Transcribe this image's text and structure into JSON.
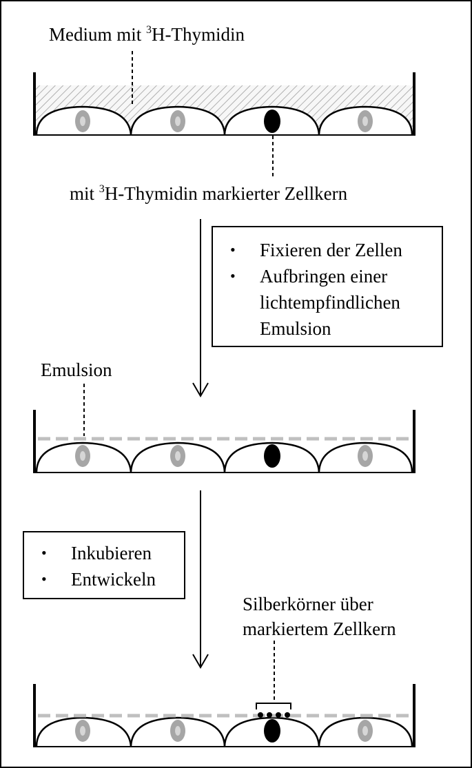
{
  "labels": {
    "medium_pre": "Medium mit ",
    "medium_sup": "3",
    "medium_post": "H-Thymidin",
    "nucleus_pre": "mit ",
    "nucleus_sup": "3",
    "nucleus_post": "H-Thymidin markierter Zellkern",
    "emulsion": "Emulsion",
    "silver_line1": "Silberkörner über",
    "silver_line2": "markiertem Zellkern"
  },
  "step1": {
    "items": [
      "Fixieren der Zellen",
      "Aufbringen einer lichtempfindlichen Emulsion"
    ]
  },
  "step2": {
    "items": [
      "Inkubieren",
      "Entwickeln"
    ]
  },
  "colors": {
    "outline": "#000000",
    "medium_hatch": "#b0b0b0",
    "emulsion_dash": "#bfbfbf",
    "nucleus_unlabeled_outer": "#a6a6a6",
    "nucleus_unlabeled_inner": "#d6d6d6",
    "nucleus_labeled": "#000000",
    "silver_grain": "#000000"
  }
}
